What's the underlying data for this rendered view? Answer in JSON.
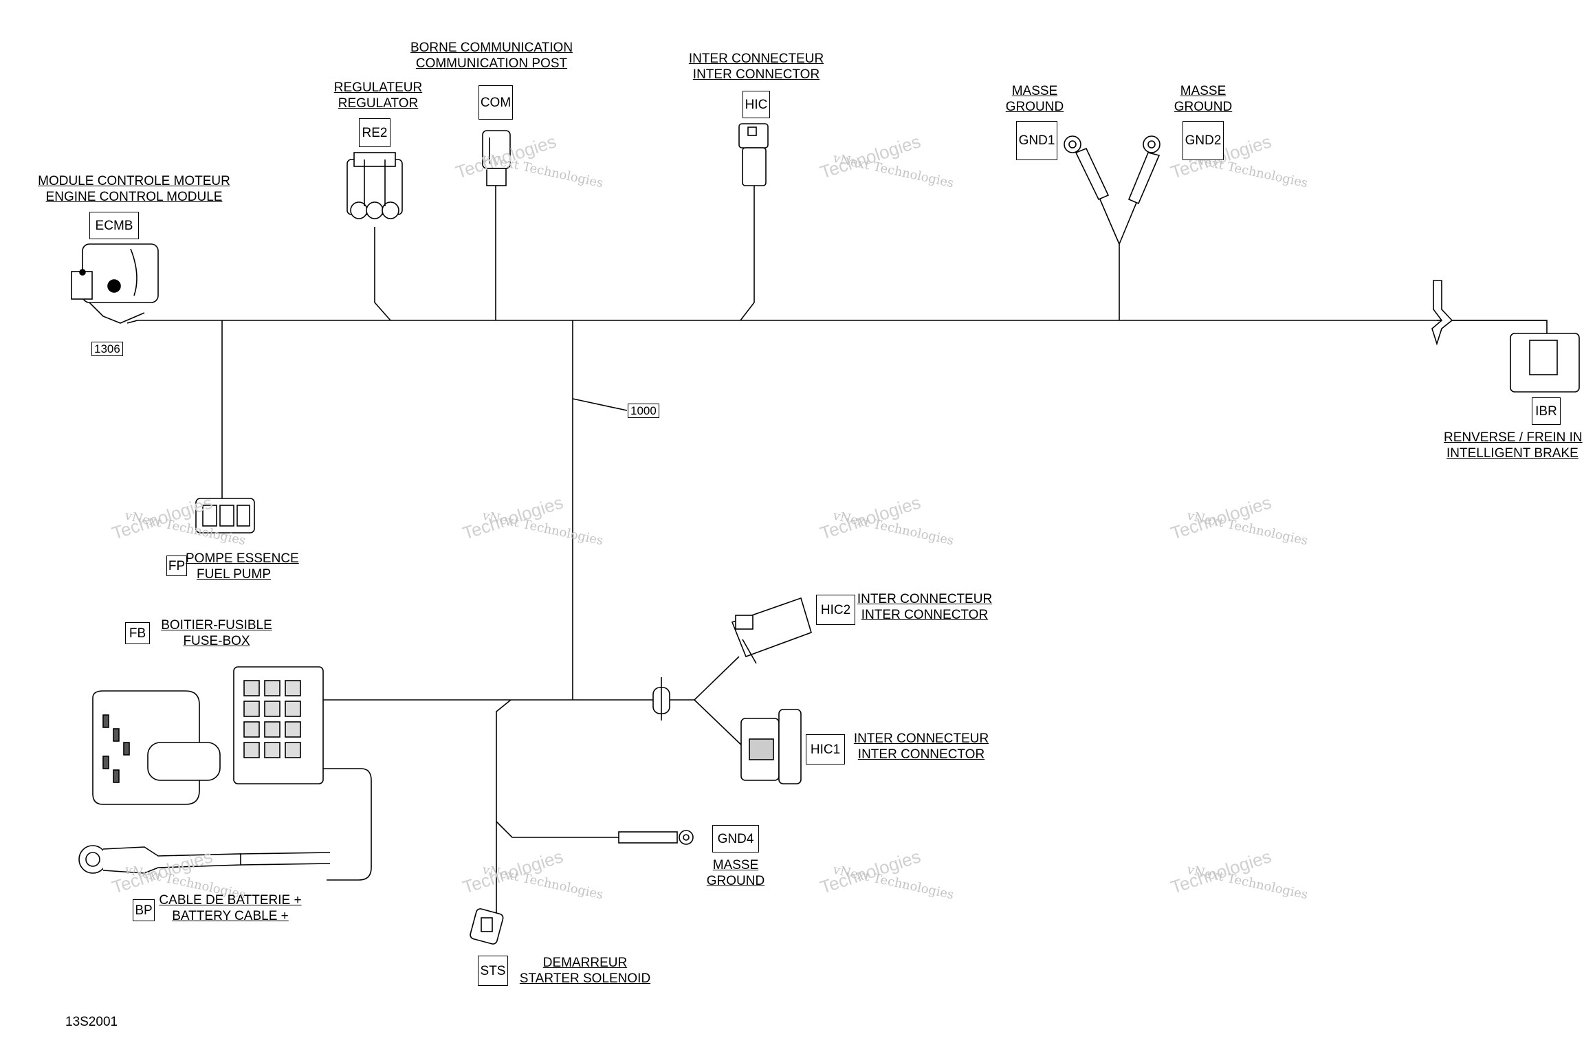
{
  "figure_number": "13S2001",
  "watermark": {
    "line1": "vNext Technologies",
    "line2": "Technologies",
    "line3": "vNext"
  },
  "wire_numbers": {
    "w1306": "1306",
    "w1000": "1000"
  },
  "components": {
    "ecmb": {
      "code": "ECMB",
      "label_fr": "MODULE CONTROLE MOTEUR",
      "label_en": "ENGINE CONTROL MODULE"
    },
    "re2": {
      "code": "RE2",
      "label_fr": "REGULATEUR",
      "label_en": "REGULATOR"
    },
    "com": {
      "code": "COM",
      "label_fr": "BORNE COMMUNICATION",
      "label_en": "COMMUNICATION POST"
    },
    "hic": {
      "code": "HIC",
      "label_fr": "INTER CONNECTEUR",
      "label_en": "INTER CONNECTOR"
    },
    "gnd1": {
      "code": "GND1",
      "label_fr": "MASSE",
      "label_en": "GROUND"
    },
    "gnd2": {
      "code": "GND2",
      "label_fr": "MASSE",
      "label_en": "GROUND"
    },
    "ibr": {
      "code": "IBR",
      "label_fr": "RENVERSE / FREIN IN",
      "label_en": "INTELLIGENT BRAKE"
    },
    "fp": {
      "code": "FP",
      "label_fr": "POMPE ESSENCE",
      "label_en": "FUEL PUMP"
    },
    "fb": {
      "code": "FB",
      "label_fr": "BOITIER-FUSIBLE",
      "label_en": "FUSE-BOX"
    },
    "hic2": {
      "code": "HIC2",
      "label_fr": "INTER CONNECTEUR",
      "label_en": "INTER CONNECTOR"
    },
    "hic1": {
      "code": "HIC1",
      "label_fr": "INTER CONNECTEUR",
      "label_en": "INTER CONNECTOR"
    },
    "gnd4": {
      "code": "GND4",
      "label_fr": "MASSE",
      "label_en": "GROUND"
    },
    "bp": {
      "code": "BP",
      "label_fr": "CABLE DE BATTERIE +",
      "label_en": "BATTERY CABLE +"
    },
    "sts": {
      "code": "STS",
      "label_fr": "DEMARREUR",
      "label_en": "STARTER SOLENOID"
    }
  }
}
